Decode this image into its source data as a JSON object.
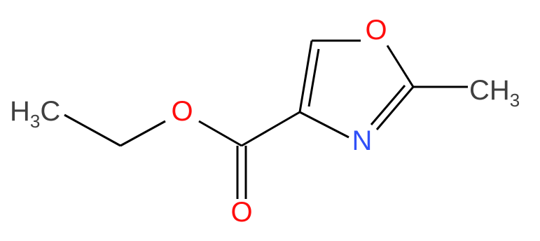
{
  "structure": {
    "atoms": {
      "left_methyl": {
        "main": "H",
        "sub": "3",
        "tail": "C",
        "color": "#3f3f3f"
      },
      "ester_oxygen": {
        "text": "O",
        "color": "#ff0d0d"
      },
      "carbonyl_oxygen": {
        "text": "O",
        "color": "#ff0d0d"
      },
      "ring_oxygen": {
        "text": "O",
        "color": "#ff0d0d"
      },
      "ring_nitrogen": {
        "text": "N",
        "color": "#3050f8"
      },
      "right_methyl": {
        "main": "CH",
        "sub": "3",
        "color": "#3f3f3f"
      }
    },
    "bond_color": "#000000"
  }
}
